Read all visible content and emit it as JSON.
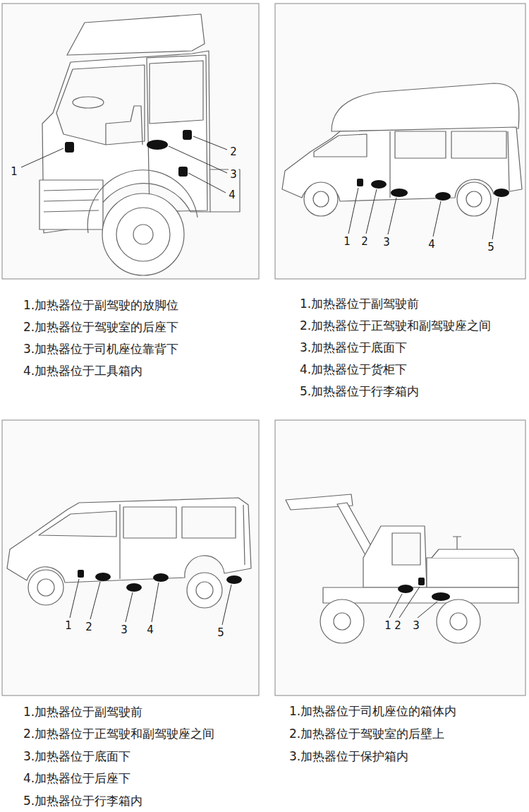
{
  "diagram": {
    "labels": [
      "1",
      "2",
      "3",
      "4",
      "1.加热器位于副驾驶的放脚位",
      "2.加热器位于驾驶室的后座下",
      "3.加热器位于司机座位靠背下",
      "4.加热器位于工具箱内",
      "1",
      "2",
      "3",
      "4",
      "5",
      "1.加热器位于副驾驶前",
      "2.加热器位于正驾驶和副驾驶座之间",
      "3.加热器位于底面下",
      "4.加热器位于货柜下",
      "5.加热器位于行李箱内",
      "1",
      "2",
      "3",
      "4",
      "5",
      "1.加热器位于副驾驶前",
      "2.加热器位于正驾驶和副驾驶座之间",
      "3.加热器位于底面下",
      "4.加热器位于后座下",
      "5.加热器位于行李箱内",
      "1",
      "2",
      "3",
      "1.加热器位于司机座位的箱体内",
      "2.加热器位于驾驶室的后壁上",
      "3.加热器位于保护箱内"
    ]
  }
}
